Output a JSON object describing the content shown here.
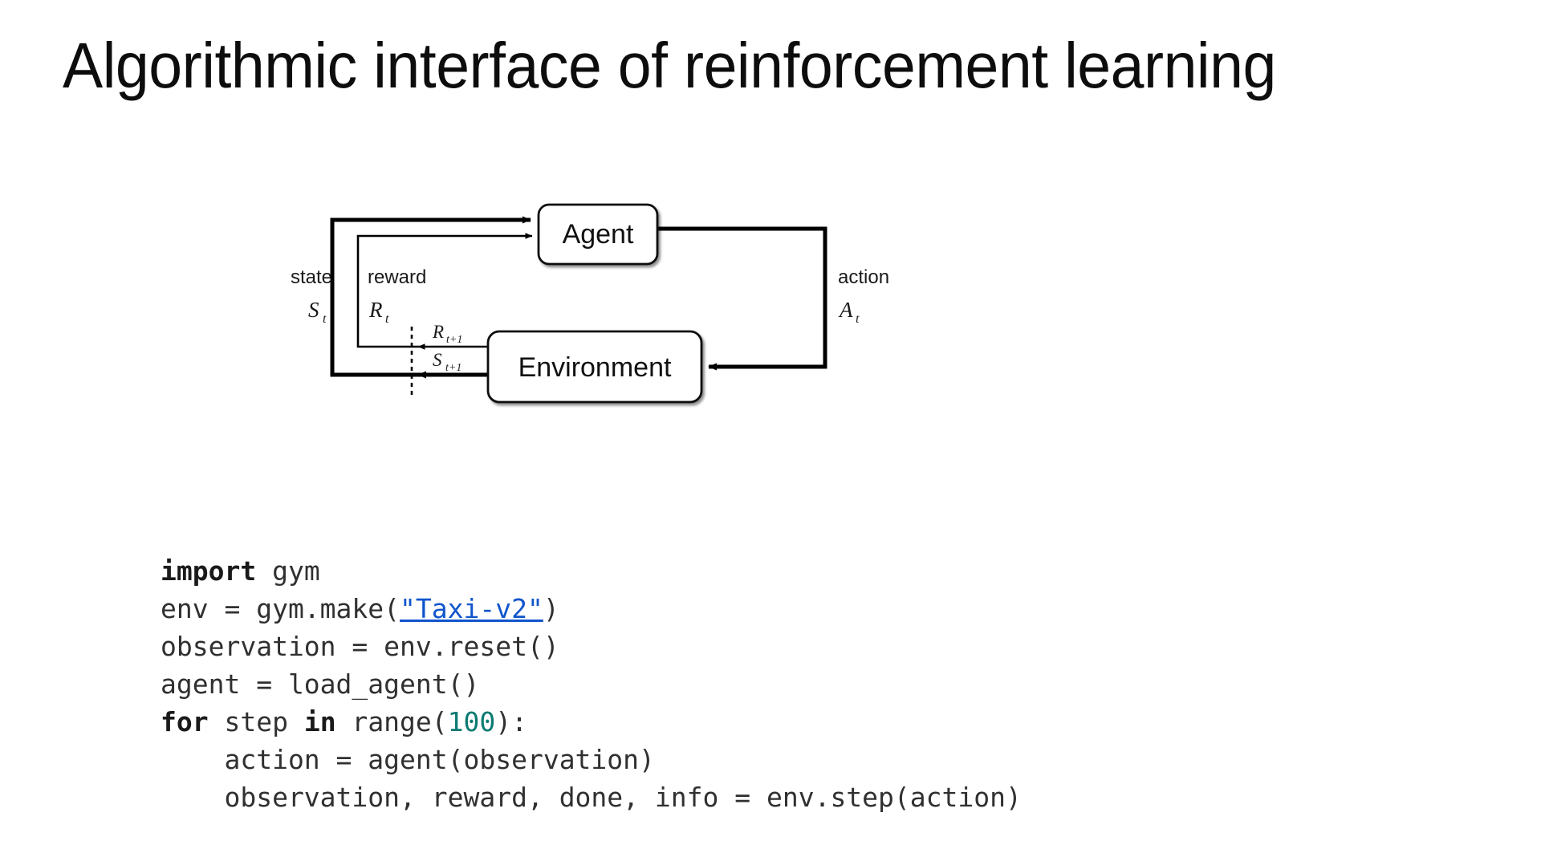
{
  "slide": {
    "title": "Algorithmic interface of reinforcement learning",
    "background_color": "#ffffff"
  },
  "diagram": {
    "name": "agent-environment-interaction-loop",
    "agent_box_label": "Agent",
    "environment_box_label": "Environment",
    "labels": {
      "state_word": "state",
      "state_symbol": "S",
      "state_subscript": "t",
      "reward_word": "reward",
      "reward_symbol": "R",
      "reward_subscript": "t",
      "action_word": "action",
      "action_symbol": "A",
      "action_subscript": "t",
      "next_reward_symbol": "R",
      "next_reward_subscript": "t+1",
      "next_state_symbol": "S",
      "next_state_subscript": "t+1"
    },
    "stroke_color": "#000000",
    "box_fill": "#ffffff",
    "dashed_divider": true
  },
  "code": {
    "language": "python",
    "link_color": "#1155cc",
    "number_color": "#0b7b72",
    "text_color": "#303030",
    "lines": [
      {
        "tokens": [
          {
            "t": "import",
            "k": "kw"
          },
          {
            "t": " gym",
            "k": "plain"
          }
        ]
      },
      {
        "tokens": [
          {
            "t": "env = gym.make(",
            "k": "plain"
          },
          {
            "t": "\"Taxi-v2\"",
            "k": "link"
          },
          {
            "t": ")",
            "k": "plain"
          }
        ]
      },
      {
        "tokens": [
          {
            "t": "observation = env.reset()",
            "k": "plain"
          }
        ]
      },
      {
        "tokens": [
          {
            "t": "agent = load_agent()",
            "k": "plain"
          }
        ]
      },
      {
        "tokens": [
          {
            "t": "for",
            "k": "kw"
          },
          {
            "t": " step ",
            "k": "plain"
          },
          {
            "t": "in",
            "k": "kw"
          },
          {
            "t": " range(",
            "k": "plain"
          },
          {
            "t": "100",
            "k": "num"
          },
          {
            "t": "):",
            "k": "plain"
          }
        ]
      },
      {
        "tokens": [
          {
            "t": "    action = agent(observation)",
            "k": "plain"
          }
        ]
      },
      {
        "tokens": [
          {
            "t": "    observation, reward, done, info = env.step(action)",
            "k": "plain"
          }
        ]
      }
    ]
  }
}
